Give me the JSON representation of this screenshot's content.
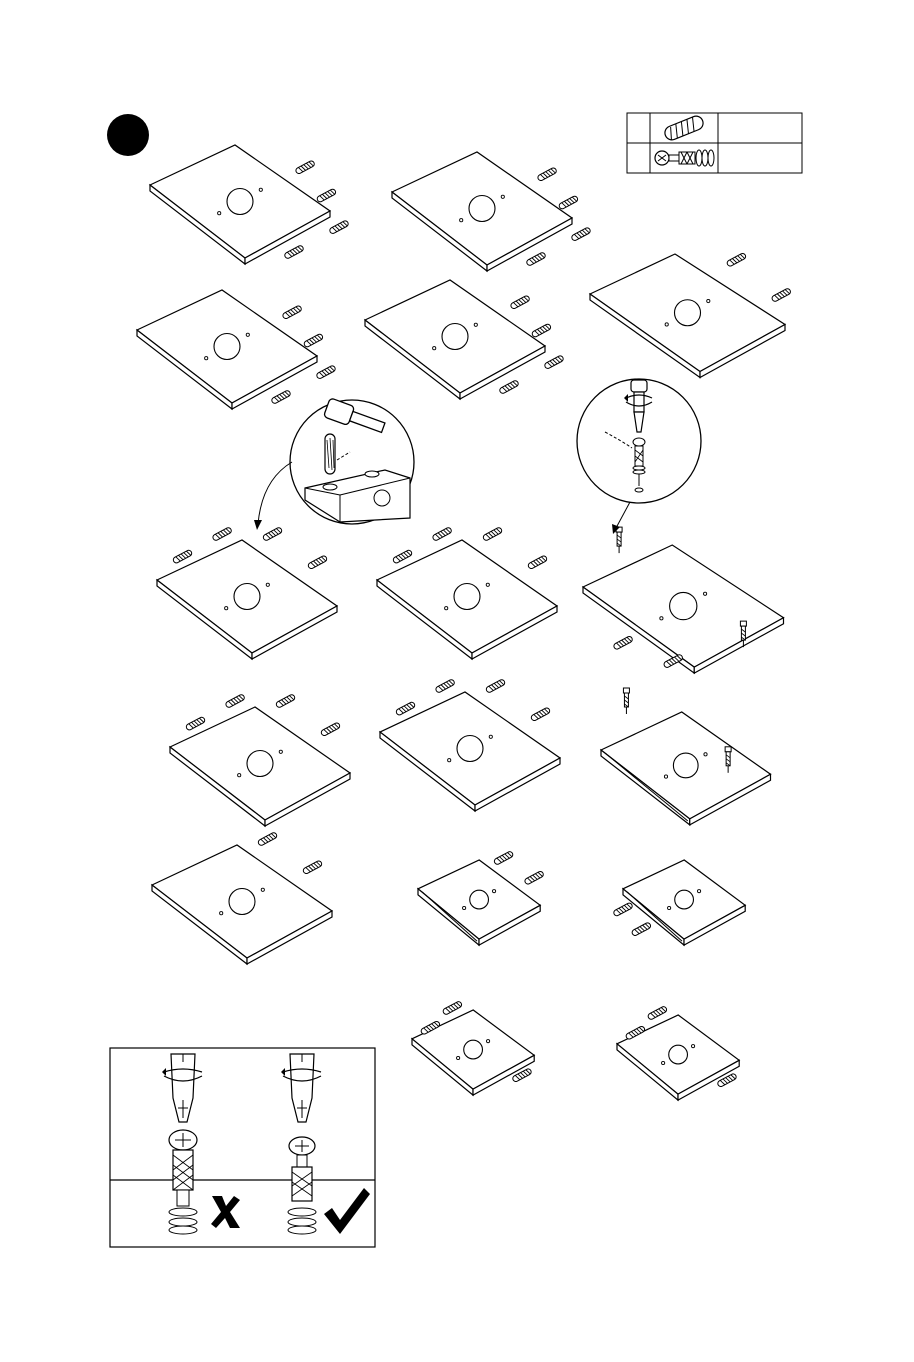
{
  "step": {
    "number": "",
    "badge_color": "#000000"
  },
  "hardware_legend": {
    "rows": [
      {
        "letter": "",
        "icon": "wooden-dowel-icon",
        "quantity": ""
      },
      {
        "letter": "",
        "icon": "cam-bolt-icon",
        "quantity": ""
      }
    ]
  },
  "panels": [
    {
      "id": "p1",
      "icon": "panel-with-dowels",
      "dowels": 4
    },
    {
      "id": "p2",
      "icon": "panel-with-dowels",
      "dowels": 4
    },
    {
      "id": "p3",
      "icon": "notched-panel-with-dowels",
      "dowels": 2
    },
    {
      "id": "p4",
      "icon": "panel-with-dowels",
      "dowels": 4
    },
    {
      "id": "p5",
      "icon": "panel-with-dowels",
      "dowels": 4
    },
    {
      "id": "p6",
      "icon": "panel-with-dowels",
      "dowels": 4
    },
    {
      "id": "p7",
      "icon": "panel-with-dowels",
      "dowels": 4
    },
    {
      "id": "p8",
      "icon": "notched-panel-with-dowels-and-cam-bolts",
      "dowels": 2
    },
    {
      "id": "p9",
      "icon": "panel-with-dowels",
      "dowels": 4
    },
    {
      "id": "p10",
      "icon": "panel-with-dowels",
      "dowels": 4
    },
    {
      "id": "p11",
      "icon": "grooved-panel-with-cam-bolts",
      "dowels": 0
    },
    {
      "id": "p12",
      "icon": "panel-with-dowels",
      "dowels": 2
    },
    {
      "id": "p13",
      "icon": "small-grooved-panel-with-dowels",
      "dowels": 2
    },
    {
      "id": "p14",
      "icon": "small-grooved-panel-with-dowels",
      "dowels": 2
    },
    {
      "id": "p15",
      "icon": "small-panel-with-dowels",
      "dowels": 4
    },
    {
      "id": "p16",
      "icon": "small-panel-with-dowels",
      "dowels": 4
    }
  ],
  "details": [
    {
      "id": "hammer-detail",
      "icon": "hammer-dowel-icon"
    },
    {
      "id": "screw-detail",
      "icon": "screwdriver-cam-bolt-icon"
    }
  ],
  "screw_depth_guide": {
    "wrong": {
      "icon": "cross-mark-icon"
    },
    "right": {
      "icon": "check-mark-icon"
    }
  }
}
